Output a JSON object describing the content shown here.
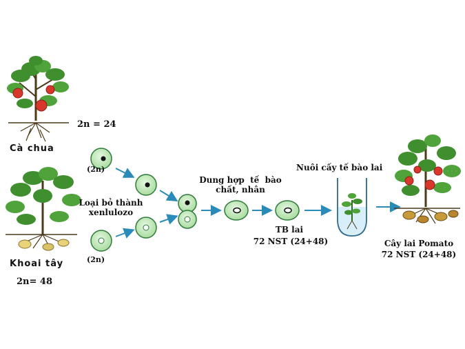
{
  "plants": {
    "tomato": {
      "name": "Cà chua",
      "chromosome": "2n = 24"
    },
    "potato": {
      "name": "Khoai tây",
      "chromosome": "2n= 48"
    }
  },
  "cells": {
    "tomato_ploidy": "(2n)",
    "potato_ploidy": "(2n)"
  },
  "steps": {
    "remove_wall": "Loại bỏ thành xenlulozo",
    "fusion": "Dung hợp  tế  bào chất, nhân",
    "culture": "Nuôi cấy tế bào lai"
  },
  "results": {
    "hybrid_cell_name": "TB lai",
    "hybrid_cell_chromosomes": "72 NST (24+48)",
    "hybrid_plant_name": "Cây lai Pomato",
    "hybrid_plant_chromosomes": "72 NST (24+48)"
  },
  "colors": {
    "cell_fill": "#bfe8b8",
    "cell_stroke": "#2e7a3a",
    "arrow": "#2a8ab8",
    "leaf": "#3f8f2f",
    "tomato": "#d8382c",
    "tube": "#d8eef8"
  }
}
